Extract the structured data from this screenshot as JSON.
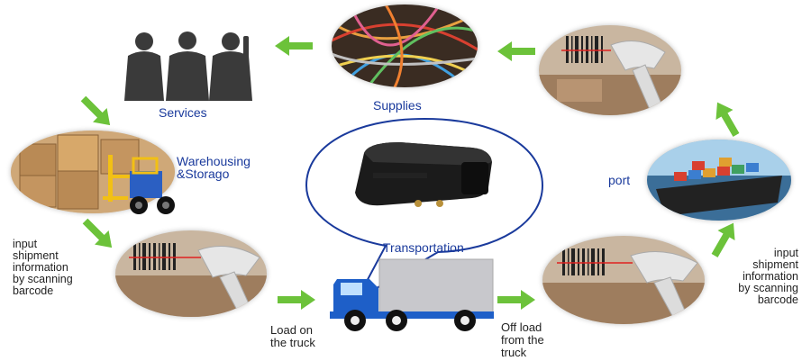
{
  "colors": {
    "label_blue": "#1a3a9c",
    "arrow_green": "#6cc23a",
    "truck_blue": "#1e5fc8",
    "bubble_stroke": "#1a3a9c"
  },
  "nodes": {
    "services": "Services",
    "supplies": "Supplies",
    "warehousing_line1": "Warehousing",
    "warehousing_line2": "&Storago",
    "port": "port",
    "transportation": "Transportation"
  },
  "steps": {
    "input_left": [
      "input",
      "shipment",
      "information",
      "by scanning",
      "barcode"
    ],
    "input_right": [
      "input",
      "shipment",
      "information",
      "by scanning",
      "barcode"
    ],
    "load": [
      "Load on",
      "the truck"
    ],
    "offload": [
      "Off load",
      "from the",
      "truck"
    ]
  },
  "icons": [
    "workers-silhouette-icon",
    "wires-icon",
    "barcode-scanner-icon",
    "forklift-icon",
    "ship-icon",
    "gps-tracker-device-icon",
    "truck-icon",
    "arrow-icon"
  ]
}
